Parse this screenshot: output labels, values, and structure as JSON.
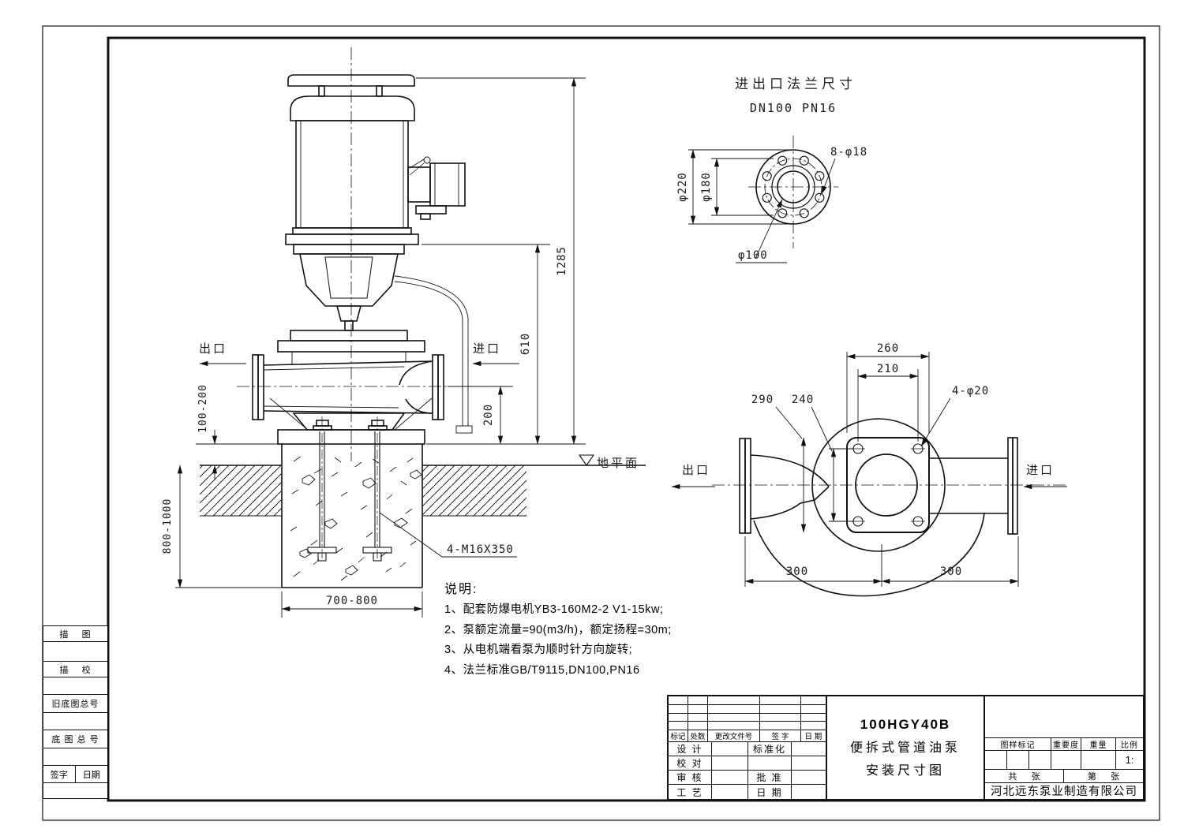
{
  "flange_detail": {
    "title": "进出口法兰尺寸",
    "subtitle": "DN100 PN16",
    "dim_outer": "φ220",
    "dim_bolt_circle": "φ180",
    "dim_bore": "φ100",
    "dim_holes": "8-φ18"
  },
  "elevation": {
    "outlet_label": "出口",
    "inlet_label": "进口",
    "dim_total": "1285",
    "dim_mid": "610",
    "dim_base": "200",
    "dim_plinth": "100-200",
    "dim_depth": "800-1000",
    "dim_width": "700-800",
    "anchor_label": "4-M16X350",
    "ground_label": "地平面"
  },
  "plan": {
    "outlet_label": "出口",
    "inlet_label": "进口",
    "dim_260": "260",
    "dim_210": "210",
    "dim_290": "290",
    "dim_240": "240",
    "holes_label": "4-φ20",
    "dim_300a": "300",
    "dim_300b": "300"
  },
  "notes": {
    "title": "说明:",
    "item1": "1、配套防爆电机YB3-160M2-2 V1-15kw;",
    "item2": "2、泵额定流量=90(m3/h)，额定扬程=30m;",
    "item3": "3、从电机端看泵为顺时针方向旋转;",
    "item4": "4、法兰标准GB/T9115,DN100,PN16"
  },
  "title_block": {
    "rev_h1": "标记",
    "rev_h2": "处数",
    "rev_h3": "更改文件号",
    "rev_h4": "签 字",
    "rev_h5": "日 期",
    "a1": "设 计",
    "a2": "标准化",
    "b1": "校 对",
    "b2": "",
    "c1": "审 核",
    "c2": "批 准",
    "d1": "工 艺",
    "d2": "日 期",
    "model": "100HGY40B",
    "product": "便拆式管道油泵",
    "sheet": "安装尺寸图",
    "mark": "图样标记",
    "importance": "重要度",
    "weight": "重量",
    "scale": "比例",
    "scale_value": "1:",
    "total_sheets": "共      张",
    "sheet_no": "第      张",
    "company": "河北远东泵业制造有限公司"
  },
  "margin_table": {
    "row1": "描    图",
    "row2": "描    校",
    "row3": "旧底图总号",
    "row4": "底 图 总 号",
    "sig": "签字",
    "date": "日期"
  }
}
